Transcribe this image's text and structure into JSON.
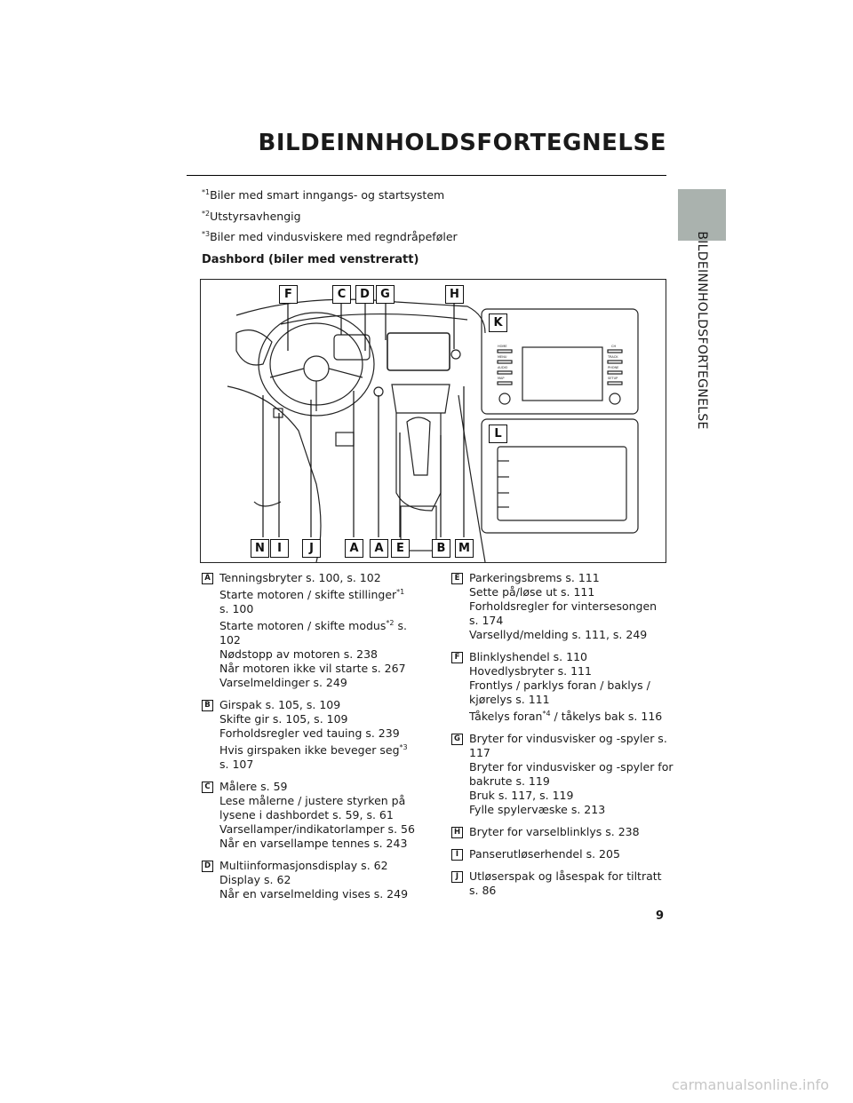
{
  "header": {
    "title": "BILDEINNHOLDSFORTEGNELSE",
    "side_tab_text": "BILDEINNHOLDSFORTEGNELSE"
  },
  "notes": [
    {
      "mark": "*1",
      "text": "Biler med smart inngangs- og startsystem"
    },
    {
      "mark": "*2",
      "text": "Utstyrsavhengig"
    },
    {
      "mark": "*3",
      "text": "Biler med vindusviskere med regndråpeføler"
    }
  ],
  "section_title": "Dashbord (biler med venstreratt)",
  "figure": {
    "callouts_top": [
      "F",
      "C",
      "D",
      "G",
      "H"
    ],
    "callouts_bottom": [
      "N",
      "I",
      "J",
      "A",
      "A",
      "E",
      "B",
      "M"
    ],
    "panel_labels": [
      "K",
      "L"
    ],
    "audio_buttons": [
      "HOME",
      "MENU",
      "AUDIO",
      "MAP",
      "PHONE",
      "SETUP",
      "TRACK",
      "CH"
    ]
  },
  "entries_left": [
    {
      "letter": "A",
      "lines": [
        "Tenningsbryter s. 100, s. 102",
        "Starte motoren / skifte stillinger|*1",
        "s. 100",
        "Starte motoren / skifte modus|*2| s. 102",
        "Nødstopp av motoren s. 238",
        "Når motoren ikke vil starte s. 267",
        "Varselmeldinger s. 249"
      ]
    },
    {
      "letter": "B",
      "lines": [
        "Girspak s. 105, s. 109",
        "Skifte gir s. 105, s. 109",
        "Forholdsregler ved tauing s. 239",
        "Hvis girspaken ikke beveger seg|*3",
        "s. 107"
      ]
    },
    {
      "letter": "C",
      "lines": [
        "Målere s. 59",
        "Lese målerne / justere styrken på",
        "lysene i dashbordet s. 59, s. 61",
        "Varsellamper/indikatorlamper s. 56",
        "Når en varsellampe tennes s. 243"
      ]
    },
    {
      "letter": "D",
      "lines": [
        "Multiinformasjonsdisplay s. 62",
        "Display s. 62",
        "Når en varselmelding vises s. 249"
      ]
    }
  ],
  "entries_right": [
    {
      "letter": "E",
      "lines": [
        "Parkeringsbrems s. 111",
        "Sette på/løse ut s. 111",
        "Forholdsregler for vintersesongen",
        "s. 174",
        "Varsellyd/melding s. 111, s. 249"
      ]
    },
    {
      "letter": "F",
      "lines": [
        "Blinklyshendel s. 110",
        "Hovedlysbryter s. 111",
        "Frontlys / parklys foran / baklys /",
        "kjørelys s. 111",
        "Tåkelys foran|*4| / tåkelys bak s. 116"
      ]
    },
    {
      "letter": "G",
      "lines": [
        "Bryter for vindusvisker og -spyler s. 117",
        "Bryter for vindusvisker og -spyler for",
        "bakrute s. 119",
        "Bruk s. 117, s. 119",
        "Fylle spylervæske s. 213"
      ]
    },
    {
      "letter": "H",
      "lines": [
        "Bryter for varselblinklys s. 238"
      ]
    },
    {
      "letter": "I",
      "lines": [
        "Panserutløserhendel s. 205"
      ]
    },
    {
      "letter": "J",
      "lines": [
        "Utløserspak og låsespak for tiltratt",
        "s. 86"
      ]
    }
  ],
  "page_number": "9",
  "watermark": "carmanualsonline.info"
}
